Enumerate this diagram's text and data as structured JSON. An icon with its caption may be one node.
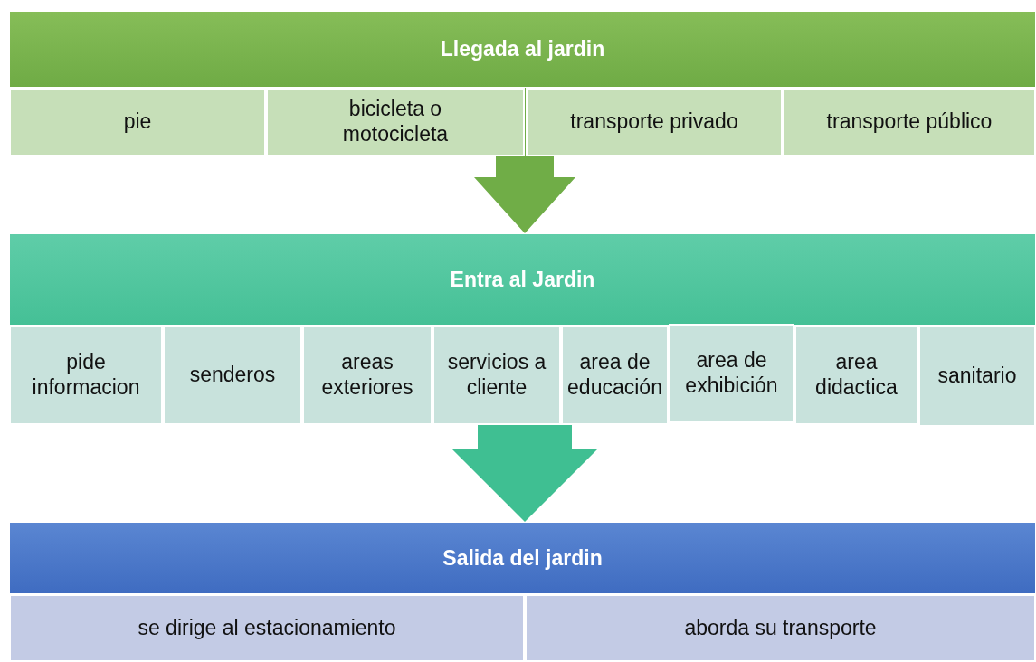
{
  "diagram": {
    "nodes": [
      {
        "text": [
          "Llegada al jardin"
        ]
      },
      {
        "text": [
          "pie"
        ]
      },
      {
        "text": [
          "bicicleta o motocicleta"
        ]
      },
      {
        "text": [
          "transporte privado"
        ]
      },
      {
        "text": [
          "transporte público"
        ]
      },
      {
        "text": [
          "Entra al Jardin"
        ]
      },
      {
        "text": [
          "pide informacion"
        ]
      },
      {
        "text": [
          "senderos"
        ]
      },
      {
        "text": [
          "areas exteriores"
        ]
      },
      {
        "text": [
          "servicios a cliente"
        ]
      },
      {
        "text": [
          "area de educación"
        ]
      },
      {
        "text": [
          "area de exhibición"
        ]
      },
      {
        "text": [
          "area didactica"
        ]
      },
      {
        "text": [
          "sanitario"
        ]
      },
      {
        "text": [
          "Salida del jardin"
        ]
      },
      {
        "text": [
          "se dirige al estacionamiento"
        ]
      },
      {
        "text": [
          "aborda su transporte"
        ]
      }
    ],
    "edges": [
      {
        "from": 0,
        "to": 5,
        "arrow": "to",
        "color": "#70ad47"
      },
      {
        "from": 5,
        "to": 14,
        "arrow": "to",
        "color": "#3fbf92"
      }
    ]
  }
}
